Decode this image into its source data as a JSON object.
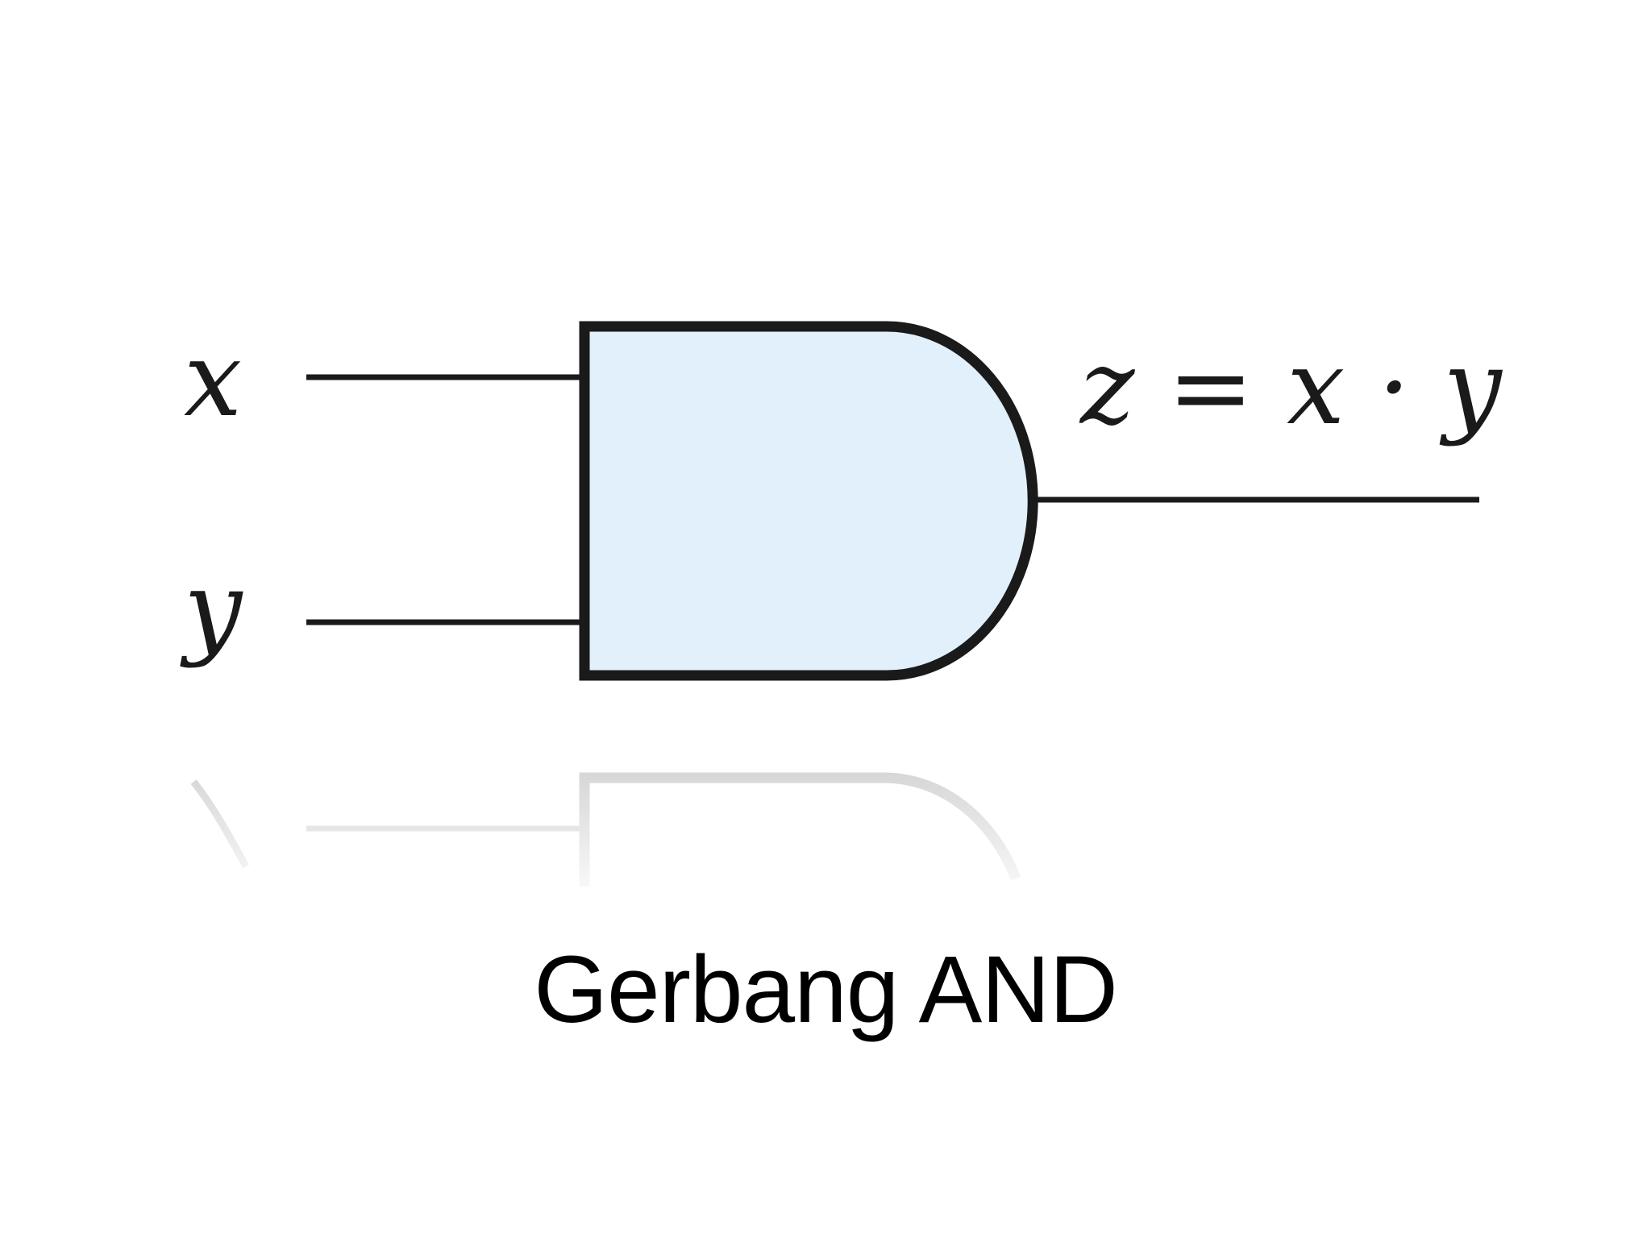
{
  "diagram": {
    "input_x_label": "x",
    "input_y_label": "y",
    "output_label": "z = x · y",
    "gate_type": "AND",
    "gate_fill_color": "#e1f0fa",
    "line_color": "#1a1a1a"
  },
  "caption": "Gerbang AND"
}
